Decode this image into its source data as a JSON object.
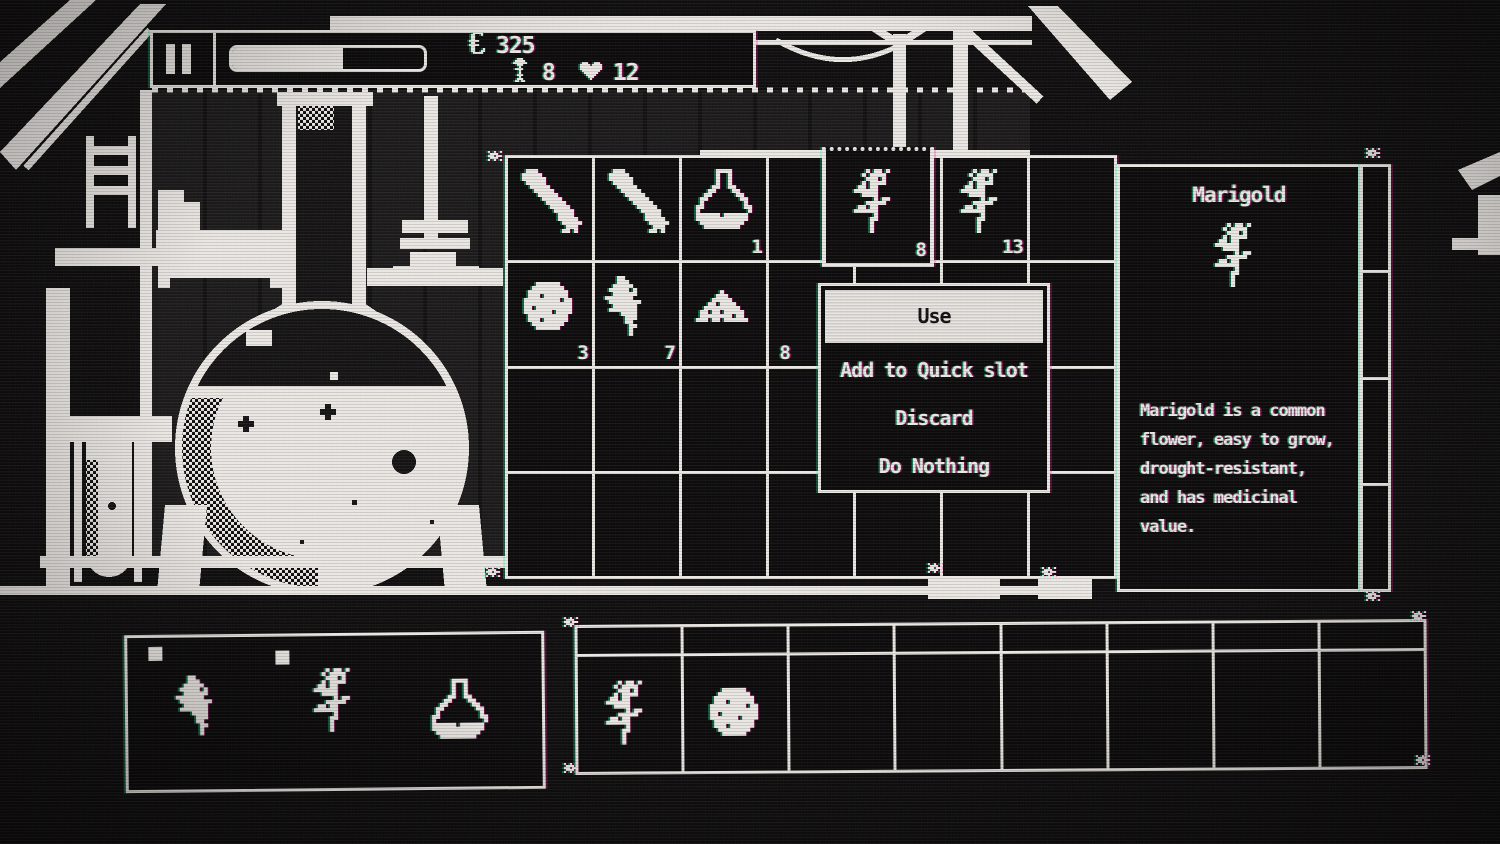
{
  "hud": {
    "progress_percent": 58,
    "currency": {
      "icon": "currency-icon",
      "value": "325"
    },
    "growth": {
      "icon": "sprout-icon",
      "value": "8"
    },
    "health": {
      "icon": "heart-icon",
      "value": "12"
    }
  },
  "inventory": {
    "columns": 7,
    "rows": 4,
    "slots": [
      {
        "row": 1,
        "col": 1,
        "item": "bone",
        "icon": "bone-icon"
      },
      {
        "row": 1,
        "col": 2,
        "item": "bone",
        "icon": "bone-icon"
      },
      {
        "row": 1,
        "col": 3,
        "item": "flask",
        "icon": "flask-icon",
        "count": "1"
      },
      {
        "row": 1,
        "col": 6,
        "item": "marigold",
        "icon": "marigold-icon",
        "count": "13"
      },
      {
        "row": 2,
        "col": 1,
        "item": "cookie",
        "icon": "cookie-icon",
        "count": "3"
      },
      {
        "row": 2,
        "col": 2,
        "item": "herb",
        "icon": "herb-icon",
        "count": "7"
      },
      {
        "row": 2,
        "col": 3,
        "item": "powder",
        "icon": "powder-icon",
        "count": "8",
        "count_outside": true
      }
    ]
  },
  "selected_slot": {
    "item": "marigold",
    "icon": "marigold-icon",
    "count": "8"
  },
  "context_menu": {
    "items": [
      {
        "label": "Use",
        "highlighted": true
      },
      {
        "label": "Add to Quick slot",
        "highlighted": false
      },
      {
        "label": "Discard",
        "highlighted": false
      },
      {
        "label": "Do Nothing",
        "highlighted": false
      }
    ]
  },
  "detail_panel": {
    "title": "Marigold",
    "icon": "marigold-icon",
    "description": "Marigold is a common flower, easy to grow, drought-resistant, and has medicinal value."
  },
  "recipe_panel": {
    "items": [
      {
        "icon": "herb-icon"
      },
      {
        "icon": "marigold-icon"
      },
      {
        "icon": "flask-icon"
      }
    ]
  },
  "hotbar": {
    "slot_count": 8,
    "slots": [
      {
        "index": 1,
        "icon": "marigold-icon"
      },
      {
        "index": 2,
        "icon": "cookie-icon"
      }
    ]
  },
  "colors": {
    "background": "#0a0a0a",
    "foreground": "#e9e7e2",
    "panel_bg": "#0c0c0c",
    "highlight_bg": "#e9e7e2",
    "highlight_text": "#111111"
  }
}
